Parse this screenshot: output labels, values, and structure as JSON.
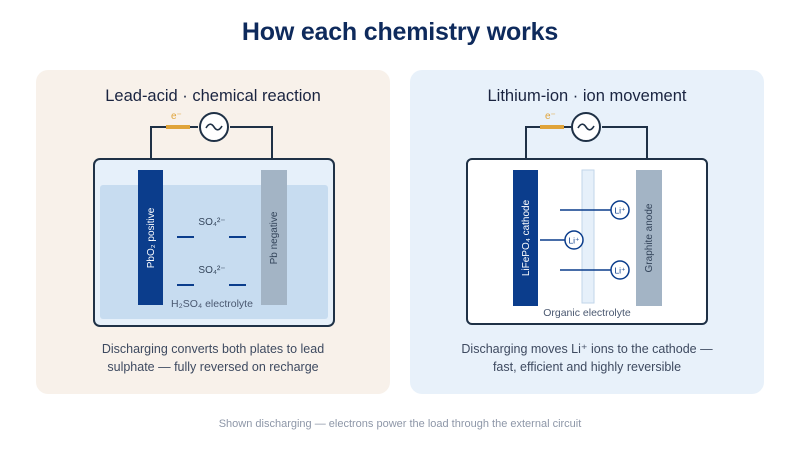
{
  "title": "How each chemistry works",
  "lead_acid": {
    "title": "Lead-acid · chemical reaction",
    "electron_label": "e⁻",
    "positive_plate": "PbO₂ positive",
    "negative_plate": "Pb negative",
    "ion_top": "SO₄²⁻",
    "ion_bottom": "SO₄²⁻",
    "electrolyte": "H₂SO₄ electrolyte",
    "caption_line1": "Discharging converts both plates to lead",
    "caption_line2": "sulphate — fully reversed on recharge"
  },
  "lithium_ion": {
    "title": "Lithium-ion · ion movement",
    "electron_label": "e⁻",
    "cathode": "LiFePO₄ cathode",
    "anode": "Graphite anode",
    "ion_label_1": "Li⁺",
    "ion_label_2": "Li⁺",
    "ion_label_3": "Li⁺",
    "electrolyte": "Organic electrolyte",
    "caption_line1": "Discharging moves Li⁺ ions to the cathode —",
    "caption_line2": "fast, efficient and highly reversible"
  },
  "footer": "Shown discharging — electrons power the load through the external circuit",
  "colors": {
    "navy": "#0b3d8c",
    "slate": "#a3b4c5",
    "electrolyte": "#c7dcf0",
    "electron_wire": "#e0a43a",
    "border": "#1f3146"
  }
}
